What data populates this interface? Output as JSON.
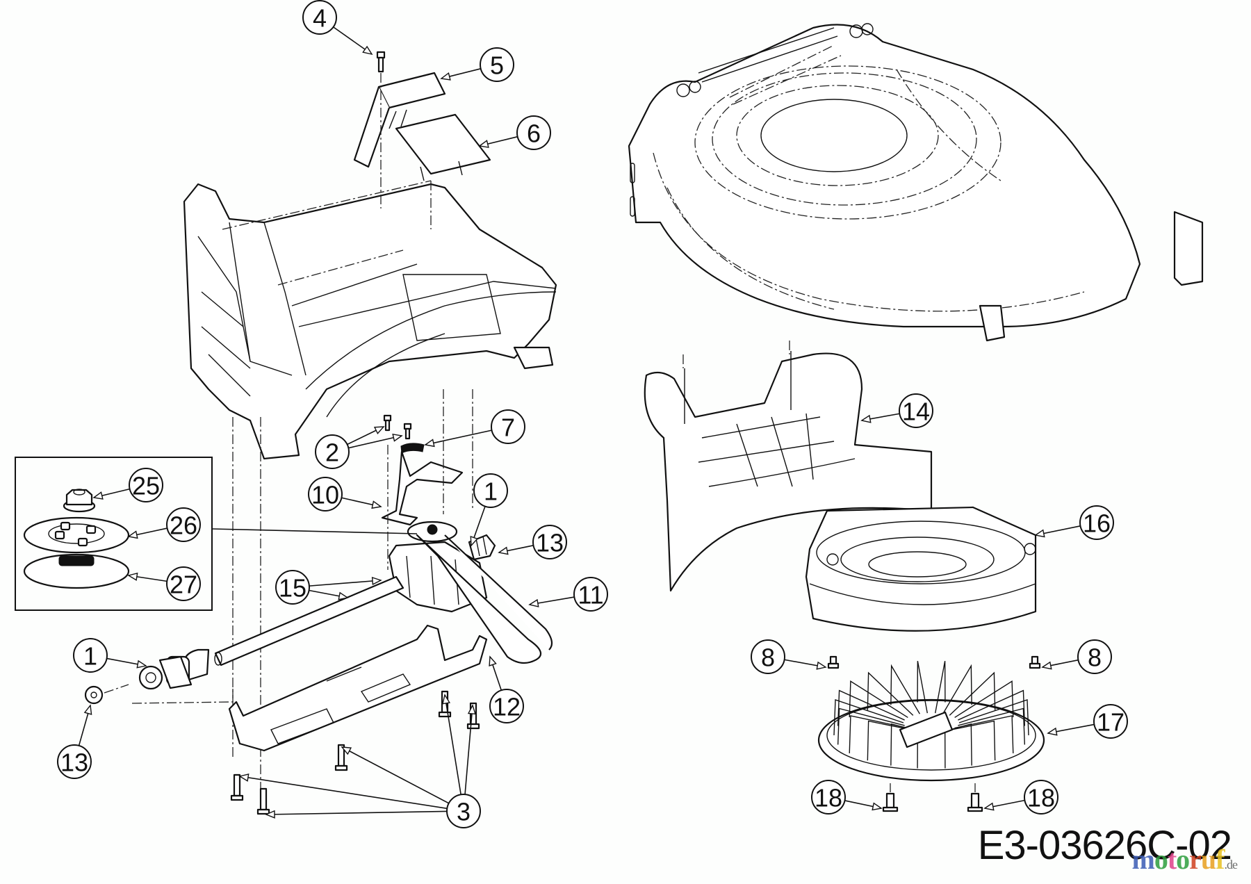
{
  "diagram": {
    "title": "Exploded parts diagram - gearbox drive, deck housing, fan assembly",
    "drawing_code": "E3-03626C-02",
    "watermark": {
      "letters": [
        "m",
        "o",
        "t",
        "o",
        "r",
        "u",
        "f"
      ],
      "colors": [
        "#3b5bb5",
        "#2e9e3e",
        "#e0408a",
        "#2e9e3e",
        "#d04020",
        "#e8a020",
        "#e8c020"
      ],
      "tld": ".de"
    },
    "colors": {
      "line": "#111111",
      "background": "#fdfefd"
    },
    "callouts": [
      {
        "id": "c4",
        "label": "4",
        "part": "bolt"
      },
      {
        "id": "c5",
        "label": "5",
        "part": "bracket-cover"
      },
      {
        "id": "c6",
        "label": "6",
        "part": "cover-plate"
      },
      {
        "id": "c14",
        "label": "14",
        "part": "discharge-chute"
      },
      {
        "id": "c7",
        "label": "7",
        "part": "spring"
      },
      {
        "id": "c2",
        "label": "2",
        "part": "screws"
      },
      {
        "id": "c10",
        "label": "10",
        "part": "belt-guide-bracket"
      },
      {
        "id": "c1a",
        "label": "1",
        "part": "gearbox"
      },
      {
        "id": "c13a",
        "label": "13",
        "part": "drive-pinion"
      },
      {
        "id": "c25",
        "label": "25",
        "part": "flange-nut"
      },
      {
        "id": "c26",
        "label": "26",
        "part": "pulley-upper"
      },
      {
        "id": "c27",
        "label": "27",
        "part": "pulley-lower"
      },
      {
        "id": "c15",
        "label": "15",
        "part": "axle-shaft"
      },
      {
        "id": "c11",
        "label": "11",
        "part": "v-belt"
      },
      {
        "id": "c16",
        "label": "16",
        "part": "fan-housing"
      },
      {
        "id": "c1b",
        "label": "1",
        "part": "bearing"
      },
      {
        "id": "c8a",
        "label": "8",
        "part": "screw"
      },
      {
        "id": "c8b",
        "label": "8",
        "part": "screw"
      },
      {
        "id": "c17",
        "label": "17",
        "part": "fan-impeller"
      },
      {
        "id": "c12",
        "label": "12",
        "part": "gearbox-bracket"
      },
      {
        "id": "c13b",
        "label": "13",
        "part": "pinion-gear"
      },
      {
        "id": "c18a",
        "label": "18",
        "part": "bolt"
      },
      {
        "id": "c18b",
        "label": "18",
        "part": "bolt"
      },
      {
        "id": "c3",
        "label": "3",
        "part": "bolts"
      }
    ]
  }
}
